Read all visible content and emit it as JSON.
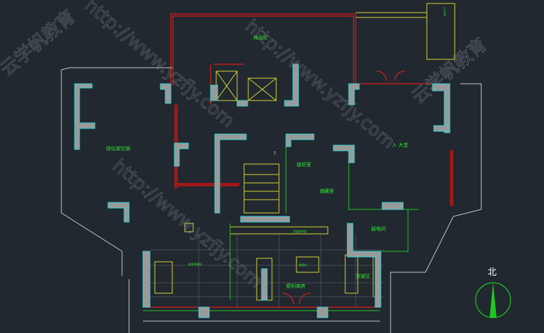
{
  "drawing": {
    "rooms": {
      "rest_area": "休息区",
      "green_stilt_floor": "绿化架空层",
      "lobby": "入  大堂",
      "duty_room": "值班室",
      "storage_room": "储藏室",
      "weak_current_room": "弱电间",
      "convenience_store": "便利商房",
      "cashier": "收银台",
      "snack_area": "休息用餐区",
      "shelf_area": "货架区",
      "shelf_top": "货架陈列区"
    },
    "ramp_note": "i=10%",
    "question_mark": "?",
    "north_label": "北"
  },
  "watermarks": [
    "http://www.yzfjy.com",
    "云学帆教育"
  ],
  "colors": {
    "background": "#212830",
    "wall": "#9a9a9a",
    "wall_edge": "#2fd6d6",
    "red": "#e01a1a",
    "yellow": "#d6d630",
    "green": "#1ec81e",
    "white": "#c8c8c8"
  }
}
